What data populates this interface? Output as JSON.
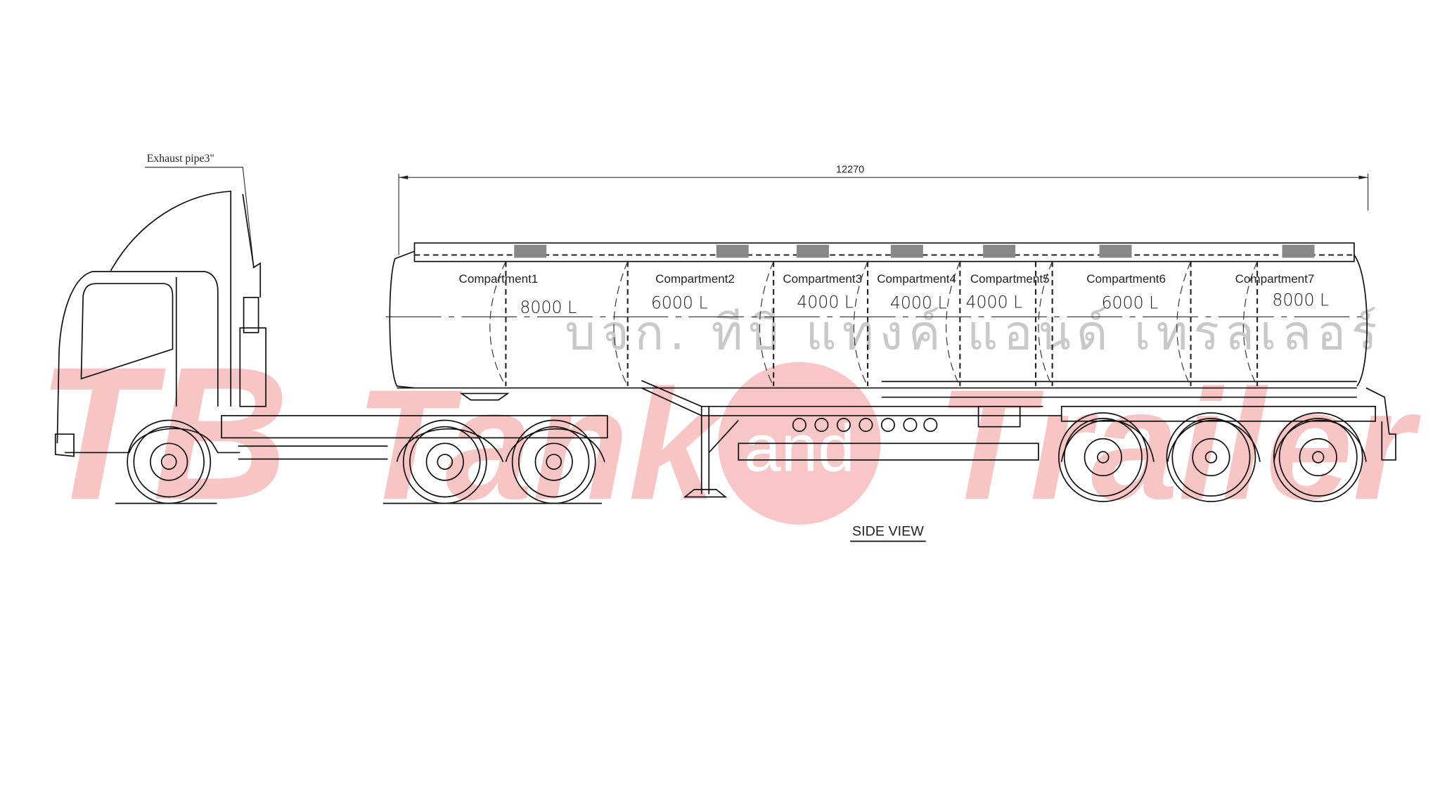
{
  "drawing": {
    "title": "SIDE VIEW",
    "exhaust_label": "Exhaust pipe3\"",
    "overall_length": "12270",
    "compartments": [
      {
        "label": "Compartment1",
        "volume": "8000  L"
      },
      {
        "label": "Compartment2",
        "volume": "6000  L"
      },
      {
        "label": "Compartment3",
        "volume": "4000  L"
      },
      {
        "label": "Compartment4",
        "volume": "4000  L"
      },
      {
        "label": "Compartment5",
        "volume": "4000  L"
      },
      {
        "label": "Compartment6",
        "volume": "6000  L"
      },
      {
        "label": "Compartment7",
        "volume": "8000  L"
      }
    ]
  },
  "watermark": {
    "logo_text": "TB Tank and Trailer",
    "thai_text": "บจก. ทีบี แทงค์ แอนด์ เทรลเลอร์",
    "color": "#f08080"
  }
}
